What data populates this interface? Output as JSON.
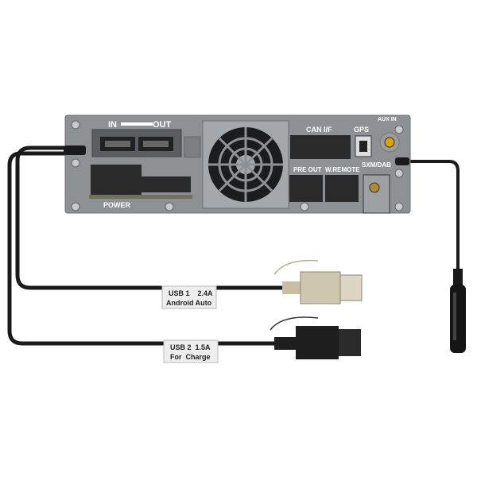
{
  "device": {
    "hdmi_in": "IN",
    "hdmi_out": "OUT",
    "power": "POWER",
    "can": "CAN I/F",
    "gps": "GPS",
    "aux_in": "AUX IN",
    "sxm_dab": "SXM/DAB",
    "pre_out": "PRE OUT",
    "w_remote": "W.REMOTE"
  },
  "usb1": {
    "line1": "USB 1    2.4A",
    "line2": "Android Auto"
  },
  "usb2": {
    "line1": "USB 2  1.5A",
    "line2": "For  Charge"
  },
  "colors": {
    "panel": "#8e9194",
    "cable": "#1a1a1a",
    "usb1_plug": "#cfc6b0",
    "usb2_plug": "#1e1e1e"
  }
}
